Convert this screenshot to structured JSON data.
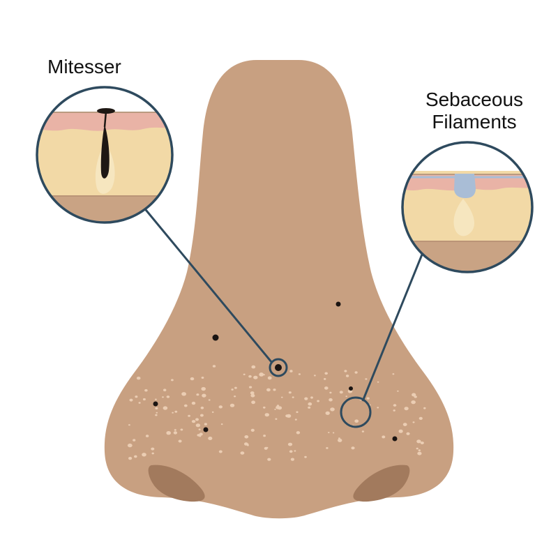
{
  "labels": {
    "left": "Mitesser",
    "right_line1": "Sebaceous",
    "right_line2": "Filaments"
  },
  "colors": {
    "nose_skin": "#c8a081",
    "nostril": "#a27a5d",
    "outline_circle": "#2e4a5e",
    "epidermis_pink": "#e9b3a6",
    "dermis_cream": "#f2d9a6",
    "hypodermis_tan": "#c9a384",
    "gland_pale": "#f6e6bf",
    "blackhead": "#1e1814",
    "filament_blue": "#a9bdd6",
    "pore_light": "#ebcdb3",
    "dark_dot": "#1a1412"
  },
  "icons": {
    "blackhead_detail": "blackhead-cross-section-icon",
    "filament_detail": "sebaceous-filament-cross-section-icon"
  }
}
